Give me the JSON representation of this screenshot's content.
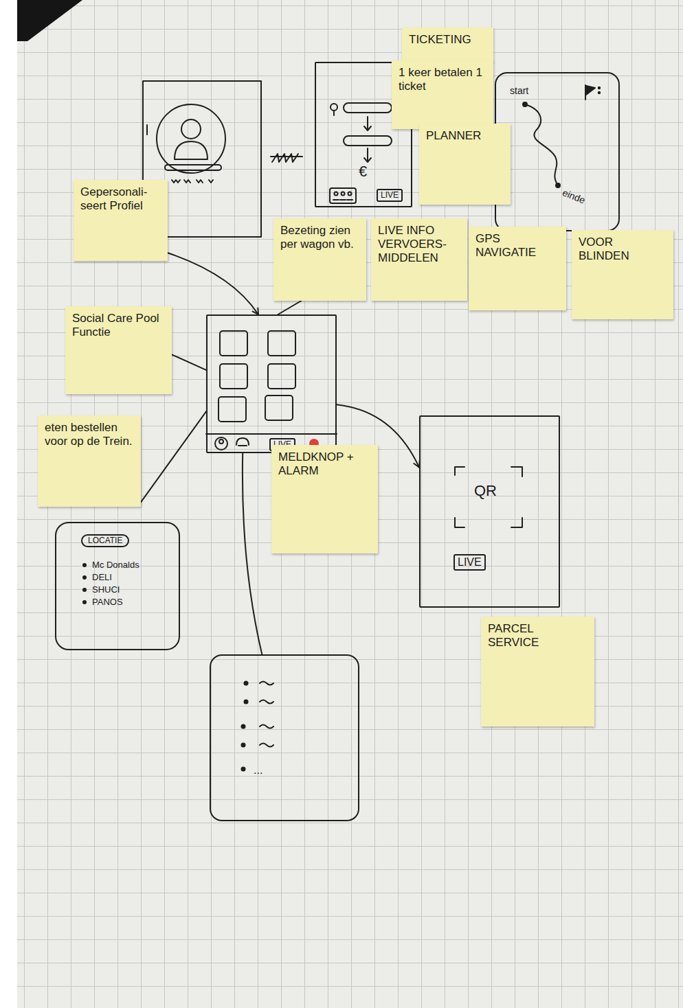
{
  "diagram": {
    "nodes": [
      {
        "text": [
          "TICKETING"
        ]
      },
      {
        "text": [
          "1 keer betalen 1 ticket"
        ]
      },
      {
        "text": [
          "€",
          "LIVE"
        ]
      },
      {
        "text": [
          "start",
          "einde"
        ]
      },
      {
        "text": [
          "PLANNER"
        ]
      },
      {
        "text": [
          "Gepersonali- seert Profiel"
        ]
      },
      {
        "text": [
          "Bezeting zien per wagon vb."
        ]
      },
      {
        "text": [
          "LIVE INFO VERVOERS- MIDDELEN"
        ]
      },
      {
        "text": [
          "GPS NAVIGATIE"
        ]
      },
      {
        "text": [
          "VOOR BLINDEN"
        ]
      },
      {
        "text": [
          "Social Care Pool Functie"
        ]
      },
      {
        "text": [
          "LIVE"
        ]
      },
      {
        "text": [
          "eten bestellen voor op de Trein."
        ]
      },
      {
        "text": [
          "MELDKNOP + ALARM"
        ]
      },
      {
        "text": [
          "QR",
          "LIVE"
        ]
      },
      {
        "text": [
          "LOCATIE",
          "Mc Donalds",
          "DELI",
          "SHUCI",
          "PANOS"
        ]
      },
      {
        "text": [
          "PARCEL SERVICE"
        ]
      },
      {
        "text": [
          "..."
        ]
      }
    ],
    "edges": [
      {
        "from": 5,
        "to": 11,
        "arrow": "to"
      },
      {
        "from": 6,
        "to": 11,
        "arrow": "none"
      },
      {
        "from": 10,
        "to": 11,
        "arrow": "none"
      },
      {
        "from": 11,
        "to": 12,
        "arrow": "none"
      },
      {
        "from": 11,
        "to": 14,
        "arrow": "to"
      },
      {
        "from": 11,
        "to": 17,
        "arrow": "none"
      }
    ]
  }
}
